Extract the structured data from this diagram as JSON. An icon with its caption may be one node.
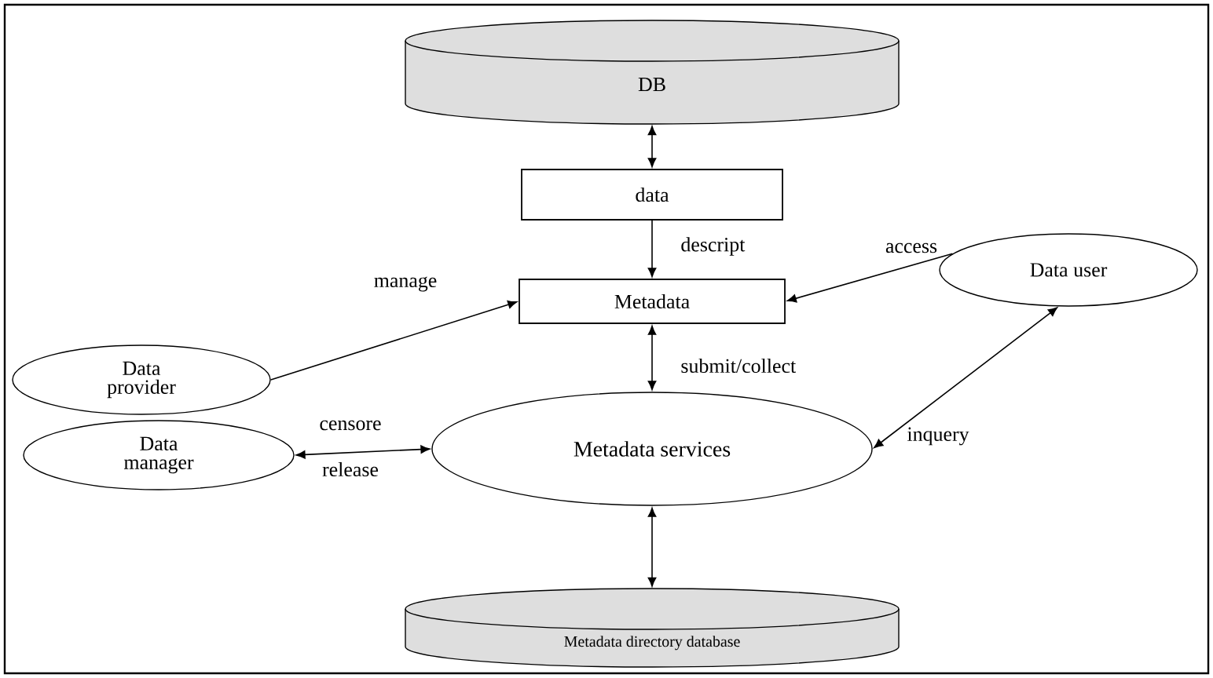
{
  "diagram": {
    "nodes": [
      {
        "text": [
          "DB"
        ]
      },
      {
        "text": [
          "data"
        ]
      },
      {
        "text": [
          "Metadata"
        ]
      },
      {
        "text": [
          "Data provider"
        ]
      },
      {
        "text": [
          "Data user"
        ]
      },
      {
        "text": [
          "Data manager"
        ]
      },
      {
        "text": [
          "Metadata services"
        ]
      },
      {
        "text": [
          "Metadata directory database"
        ]
      }
    ],
    "edges": [
      {
        "from": 0,
        "to": 1,
        "arrow": "both"
      },
      {
        "from": 1,
        "to": 2,
        "arrow": "to",
        "label": "descript"
      },
      {
        "from": 3,
        "to": 2,
        "arrow": "to",
        "label": "manage"
      },
      {
        "from": 4,
        "to": 2,
        "arrow": "to",
        "label": "access"
      },
      {
        "from": 2,
        "to": 6,
        "arrow": "both",
        "label": "submit/collect"
      },
      {
        "from": 5,
        "to": 6,
        "arrow": "both",
        "label": "censore"
      },
      {
        "from": 6,
        "to": 4,
        "arrow": "both",
        "label": "inquery"
      },
      {
        "from": 6,
        "to": 7,
        "arrow": "both"
      }
    ],
    "labels": [
      "release"
    ]
  }
}
